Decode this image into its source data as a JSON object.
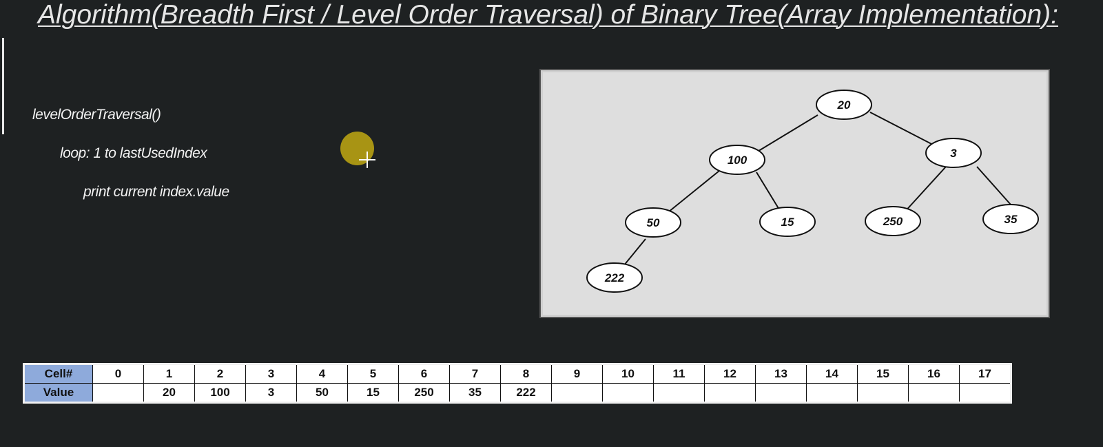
{
  "title": "Algorithm(Breadth First / Level Order Traversal) of Binary Tree(Array Implementation):",
  "algorithm": {
    "line1": "levelOrderTraversal()",
    "line2": "loop: 1 to lastUsedIndex",
    "line3": "print current index.value"
  },
  "tree": {
    "nodes": [
      "20",
      "100",
      "3",
      "50",
      "15",
      "250",
      "35",
      "222"
    ]
  },
  "array_table": {
    "row1_label": "Cell#",
    "row2_label": "Value",
    "cells": [
      "0",
      "1",
      "2",
      "3",
      "4",
      "5",
      "6",
      "7",
      "8",
      "9",
      "10",
      "11",
      "12",
      "13",
      "14",
      "15",
      "16",
      "17"
    ],
    "values": [
      "",
      "20",
      "100",
      "3",
      "50",
      "15",
      "250",
      "35",
      "222",
      "",
      "",
      "",
      "",
      "",
      "",
      "",
      "",
      ""
    ]
  },
  "colors": {
    "background": "#1e2122",
    "table_header": "#8eaadb",
    "cursor": "#a89414",
    "tree_panel": "#dedede"
  }
}
